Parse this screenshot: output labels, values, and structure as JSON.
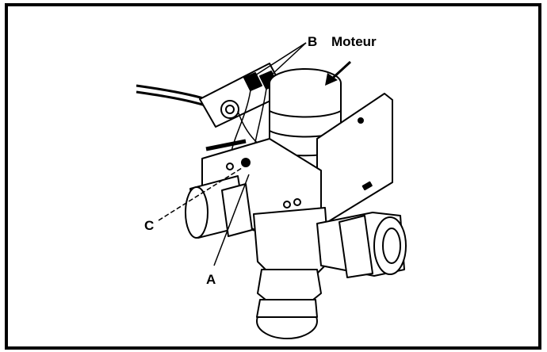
{
  "labels": {
    "b": "B",
    "moteur": "Moteur",
    "c": "C",
    "a": "A"
  },
  "colors": {
    "ink": "#000000",
    "paper": "#ffffff"
  }
}
